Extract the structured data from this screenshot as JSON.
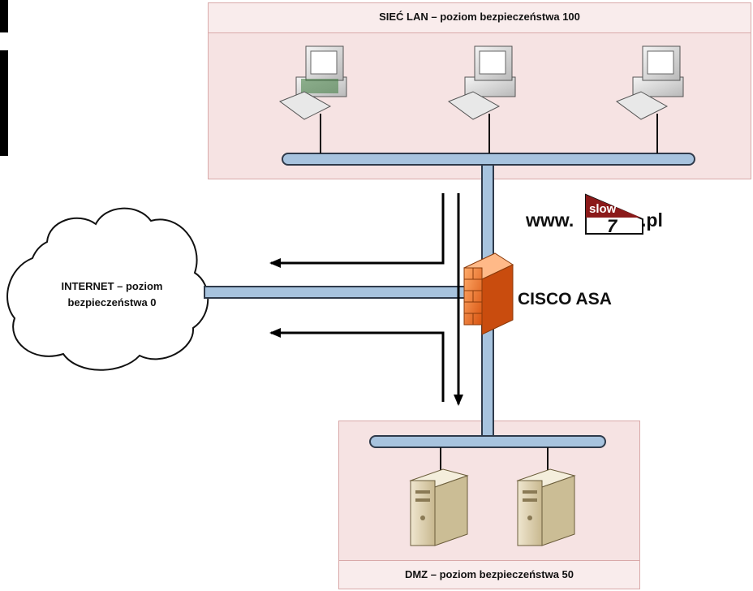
{
  "zones": {
    "lan": {
      "title": "SIEĆ LAN – poziom bezpieczeństwa 100"
    },
    "dmz": {
      "title": "DMZ – poziom bezpieczeństwa 50"
    }
  },
  "internet": {
    "label_line1": "INTERNET – poziom",
    "label_line2": "bezpieczeństwa 0"
  },
  "firewall": {
    "label": "CISCO ASA"
  },
  "logo": {
    "prefix": "www.",
    "flag_text": "slow",
    "digit": "7",
    "suffix": ".pl"
  },
  "colors": {
    "zone_fill": "#f6e3e3",
    "bus_fill": "#a7c3de",
    "bus_stroke": "#2f3a4a",
    "firewall_orange": "#f07a2a",
    "logo_red": "#8b1a1a"
  },
  "icons": {
    "workstation": "desktop-computer-icon",
    "server": "tower-server-icon",
    "cloud": "cloud-icon",
    "firewall": "brick-firewall-icon"
  }
}
